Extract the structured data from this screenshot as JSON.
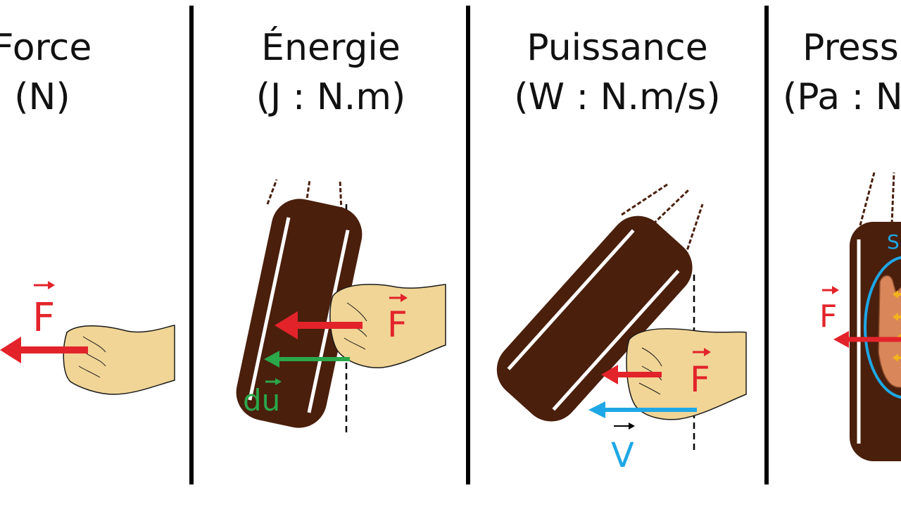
{
  "panels": [
    {
      "title": "Force",
      "unit": "(N)"
    },
    {
      "title": "Énergie",
      "unit": "(J : N.m)"
    },
    {
      "title": "Puissance",
      "unit": "(W : N.m/s)"
    },
    {
      "title": "Press",
      "unit": "(Pa : N"
    }
  ],
  "labels": {
    "force": "F",
    "displacement": "du",
    "velocity": "V",
    "surface": "S"
  },
  "colors": {
    "force": "#e3232a",
    "displacement": "#2aa84a",
    "velocity": "#1ea7e6",
    "bag": "#4a1f0c",
    "fist": "#f0d596",
    "hand": "#d8865a",
    "pressure_arrows": "#f2b41c"
  }
}
